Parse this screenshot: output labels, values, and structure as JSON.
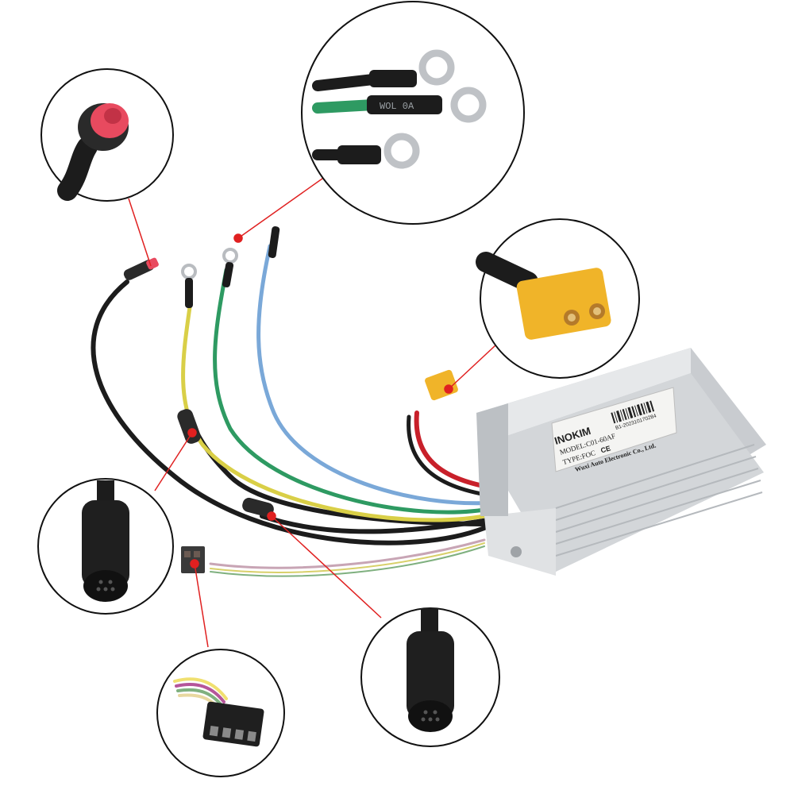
{
  "controller": {
    "brand": "INOKIM",
    "model": "MODEL:C01-60AF",
    "type": "TYPE:FOC",
    "marks": "CE",
    "serial": "B1-2023101702​84",
    "manufacturer": "Wuxi Auto Electronic Co., Ltd."
  },
  "wire_print": "WOL 0A",
  "callouts": [
    {
      "name": "brake-connector-callout"
    },
    {
      "name": "ring-terminals-callout"
    },
    {
      "name": "battery-xt60-connector-callout"
    },
    {
      "name": "display-connector-callout"
    },
    {
      "name": "hall-sensor-connector-callout"
    },
    {
      "name": "motor-connector-callout"
    }
  ],
  "colors": {
    "leader_line": "#e02020",
    "housing": "#d7d9dc",
    "wire_black": "#1c1c1c",
    "wire_yellow": "#d9cf47",
    "wire_green": "#2e9a62",
    "wire_blue": "#7aa8d8",
    "wire_red": "#c8202a",
    "xt60_yellow": "#f0b429",
    "connector_red": "#e84a5f"
  }
}
